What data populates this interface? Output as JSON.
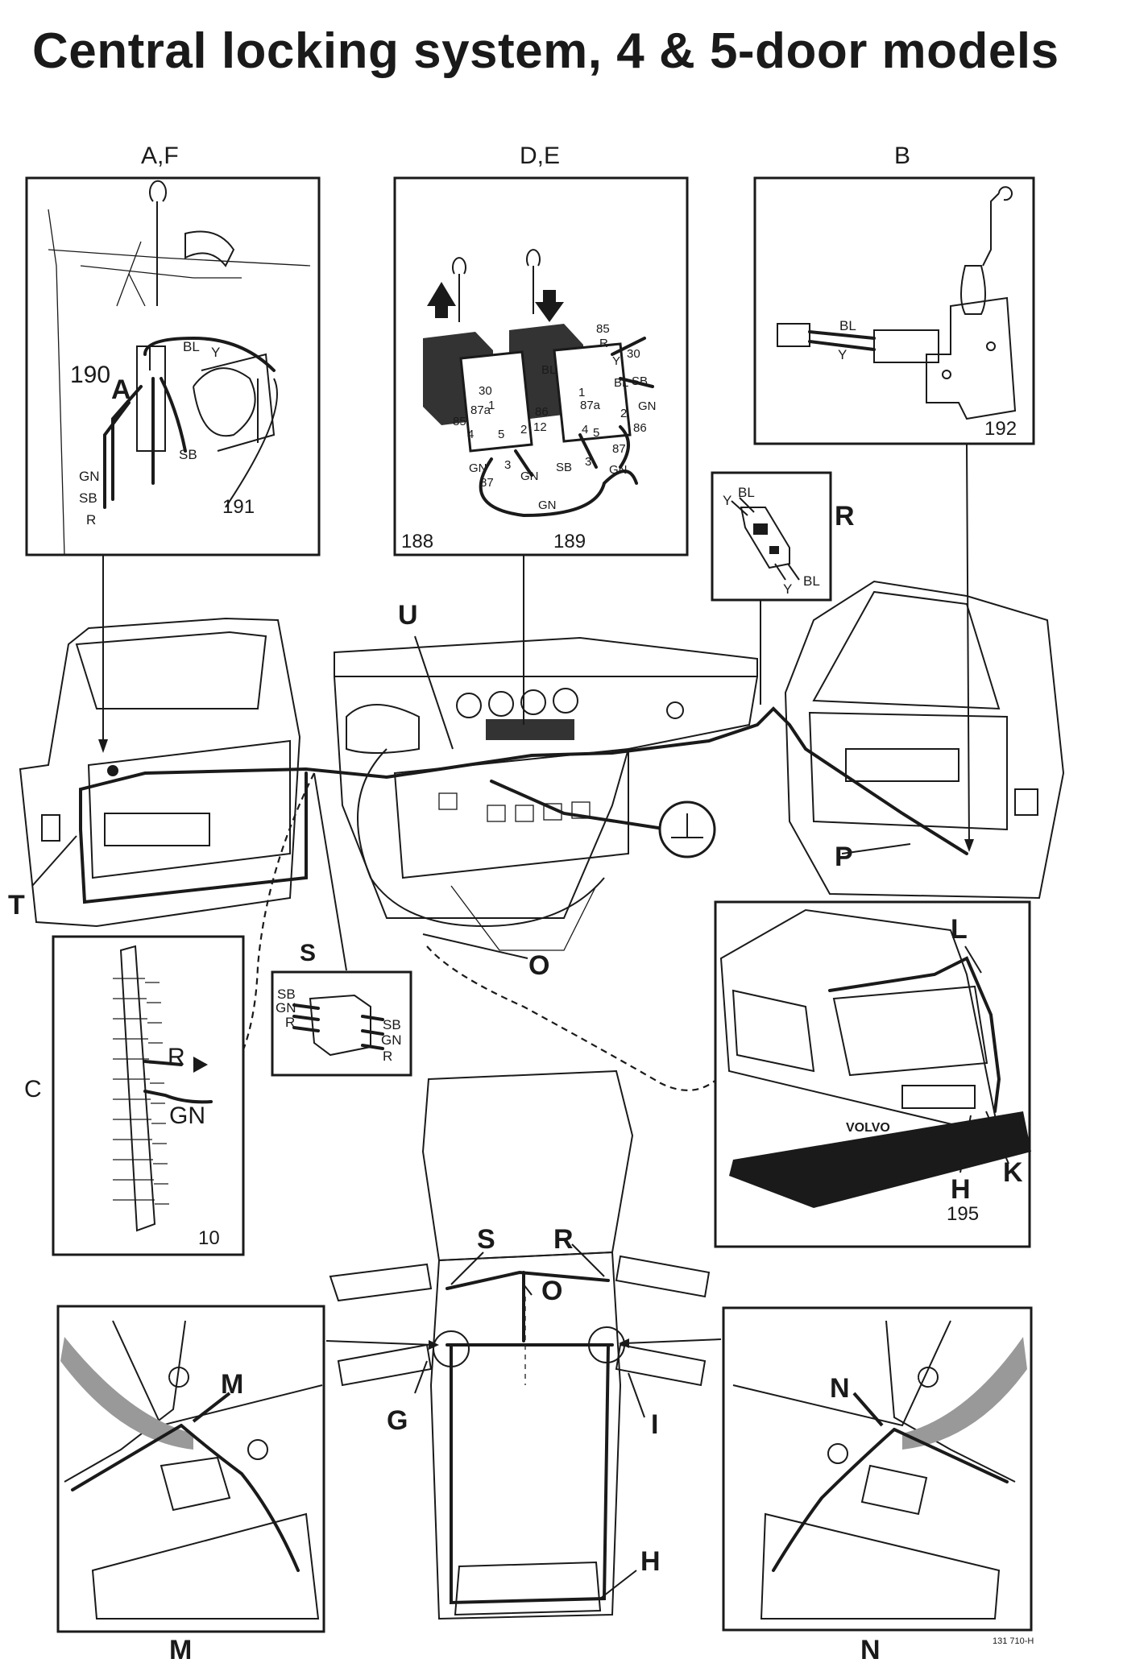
{
  "title": "Central locking system, 4 & 5-door models",
  "doc_ref": "131 710-H",
  "panels": {
    "af": {
      "label": "A,F",
      "callout": "A",
      "ref_a": "190",
      "ref_b": "191",
      "wires": [
        "BL",
        "Y",
        "SB",
        "GN",
        "SB",
        "R"
      ]
    },
    "de": {
      "label": "D,E",
      "ref_a": "188",
      "ref_b": "189",
      "pins": [
        "85",
        "R",
        "Y",
        "30",
        "BL",
        "SB",
        "GN",
        "86",
        "30",
        "1",
        "BL",
        "87a",
        "86",
        "12",
        "4",
        "5",
        "87",
        "3",
        "2",
        "GN",
        "87",
        "GN",
        "SB",
        "3",
        "GN",
        "GN",
        "85",
        "87a",
        "4",
        "2",
        "5",
        "1"
      ]
    },
    "b": {
      "label": "B",
      "ref": "192",
      "wires": [
        "BL",
        "Y"
      ]
    },
    "r": {
      "label": "R",
      "wires": [
        "Y",
        "BL",
        "Y",
        "BL"
      ]
    },
    "s": {
      "label": "S",
      "wires_left": [
        "SB",
        "GN",
        "R"
      ],
      "wires_right": [
        "SB",
        "GN",
        "R"
      ]
    },
    "c": {
      "label": "C",
      "ref": "10",
      "wires": [
        "R",
        "GN"
      ]
    },
    "tail": {
      "callout_l": "L",
      "callout_h": "H",
      "callout_k": "K",
      "ref": "195",
      "badge": "VOLVO"
    },
    "m": {
      "label": "M",
      "callout": "M"
    },
    "n": {
      "label": "N",
      "callout": "N"
    }
  },
  "callouts": {
    "u": "U",
    "t": "T",
    "p": "P",
    "o": "O",
    "plan_s": "S",
    "plan_r": "R",
    "plan_o": "O",
    "plan_g": "G",
    "plan_i": "I",
    "plan_h": "H"
  }
}
